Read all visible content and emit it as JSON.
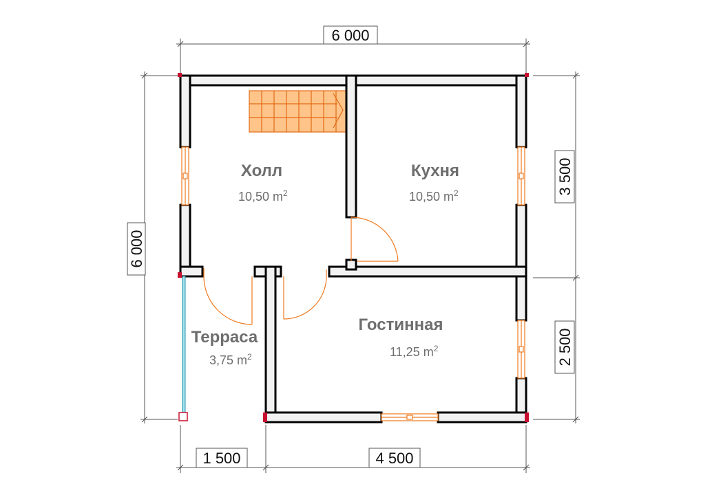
{
  "dimensions": {
    "top": "6 000",
    "left": "6 000",
    "right_upper": "3 500",
    "right_lower": "2 500",
    "bottom_left": "1 500",
    "bottom_right": "4 500"
  },
  "rooms": {
    "hall": {
      "name": "Холл",
      "area": "10,50 m",
      "unit_sup": "2"
    },
    "kitchen": {
      "name": "Кухня",
      "area": "10,50 m",
      "unit_sup": "2"
    },
    "living": {
      "name": "Гостинная",
      "area": "11,25 m",
      "unit_sup": "2"
    },
    "terrace": {
      "name": "Терраса",
      "area": "3,75 m",
      "unit_sup": "2"
    }
  },
  "colors": {
    "wall_fill": "#f2f2f2",
    "wall_stroke": "#000000",
    "door_color": "#f07a1e",
    "stairs_fill": "#ffc48a",
    "window_color": "#f07a1e",
    "glass_color": "#5cc6d8",
    "post_color": "#c8102e"
  }
}
